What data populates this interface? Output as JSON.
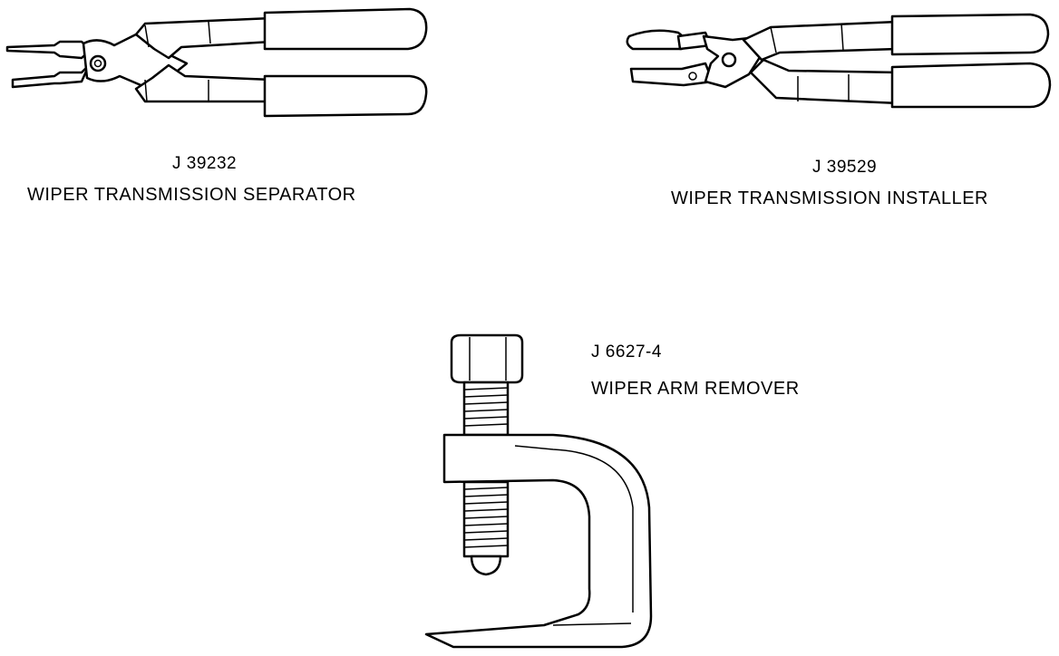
{
  "tools": [
    {
      "part_number": "J 39232",
      "name": "WIPER TRANSMISSION SEPARATOR"
    },
    {
      "part_number": "J 39529",
      "name": "WIPER TRANSMISSION INSTALLER"
    },
    {
      "part_number": "J 6627-4",
      "name": "WIPER ARM REMOVER"
    }
  ]
}
